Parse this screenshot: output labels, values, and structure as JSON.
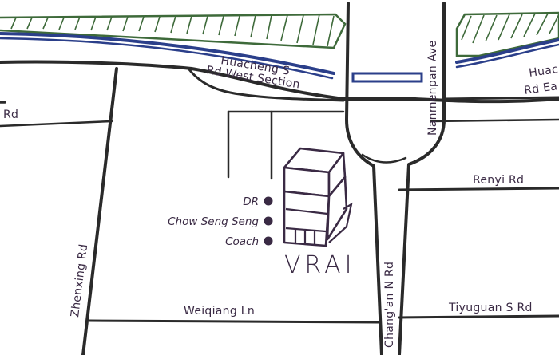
{
  "map": {
    "brand": "VRAI",
    "stores": [
      {
        "label": "DR"
      },
      {
        "label": "Chow Seng Seng"
      },
      {
        "label": "Coach"
      }
    ],
    "roads": {
      "huacheng_s_line1": "Huacheng S",
      "huacheng_s_line2": "Rd West Section",
      "huacheng_east_line1": "Huac",
      "huacheng_east_line2": "Rd Ea",
      "left_rd": "Rd",
      "nanmenpan": "Nanmenpan Ave",
      "renyi": "Renyi Rd",
      "zhenxing": "Zhenxing Rd",
      "weiqiang": "Weiqiang Ln",
      "changan": "Chang'an N Rd",
      "tiyuguan": "Tiyuguan S Rd"
    },
    "colors": {
      "river": "#2b3f8a",
      "greenbelt": "#3e6a3a",
      "road": "#2a2a2a",
      "text": "#3a2a44"
    },
    "icons": {
      "store_marker": "filled-circle",
      "building": "isometric-building-icon"
    }
  }
}
